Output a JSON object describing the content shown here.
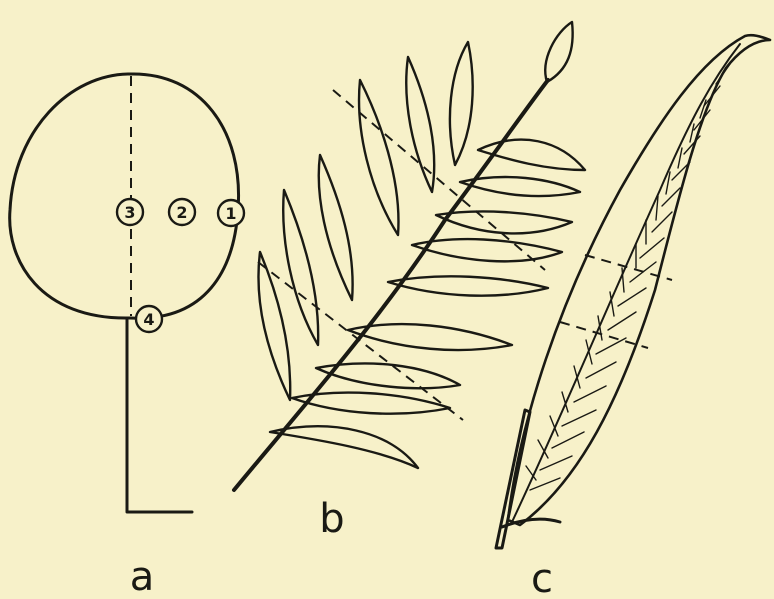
{
  "panel_labels": {
    "a": "a",
    "b": "b",
    "c": "c"
  },
  "points": {
    "p1": "1",
    "p2": "2",
    "p3": "3",
    "p4": "4"
  },
  "colors": {
    "background": "#f7f1c9",
    "ink": "#1a1a14"
  },
  "icons": {
    "panel_a": "leaflet-outline-with-measuring-points",
    "panel_b": "pinnate-frond-with-sampling-lines",
    "panel_c": "willow-like-leaf-with-veins"
  }
}
